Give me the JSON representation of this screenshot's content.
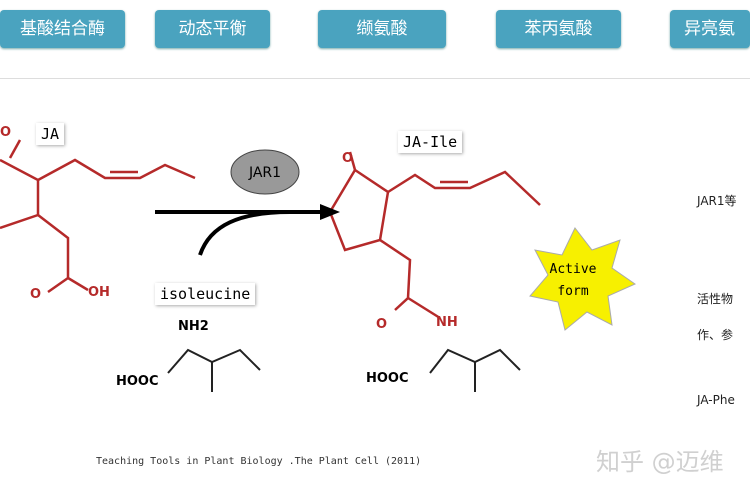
{
  "tabs": [
    "基酸结合酶",
    "动态平衡",
    "缬氨酸",
    "苯丙氨酸",
    "异亮氨"
  ],
  "labels": {
    "ja": "JA",
    "jar1": "JAR1",
    "isoleucine": "isoleucine",
    "ja_ile": "JA-Ile",
    "active_form": [
      "Active",
      "form"
    ]
  },
  "atoms": {
    "oh": "OH",
    "o": "O",
    "nh2": "NH2",
    "hooc": "HOOC",
    "nh": "NH"
  },
  "side_text": [
    "JAR1等",
    "活性物",
    "作、参",
    "JA-Phe"
  ],
  "citation": "Teaching Tools in Plant Biology .The Plant Cell (2011)",
  "watermark": "知乎 @迈维",
  "colors": {
    "tab": "#4aa3bf",
    "bond_red": "#b52a2a",
    "star": "#f7f000",
    "enzyme": "#999999"
  }
}
